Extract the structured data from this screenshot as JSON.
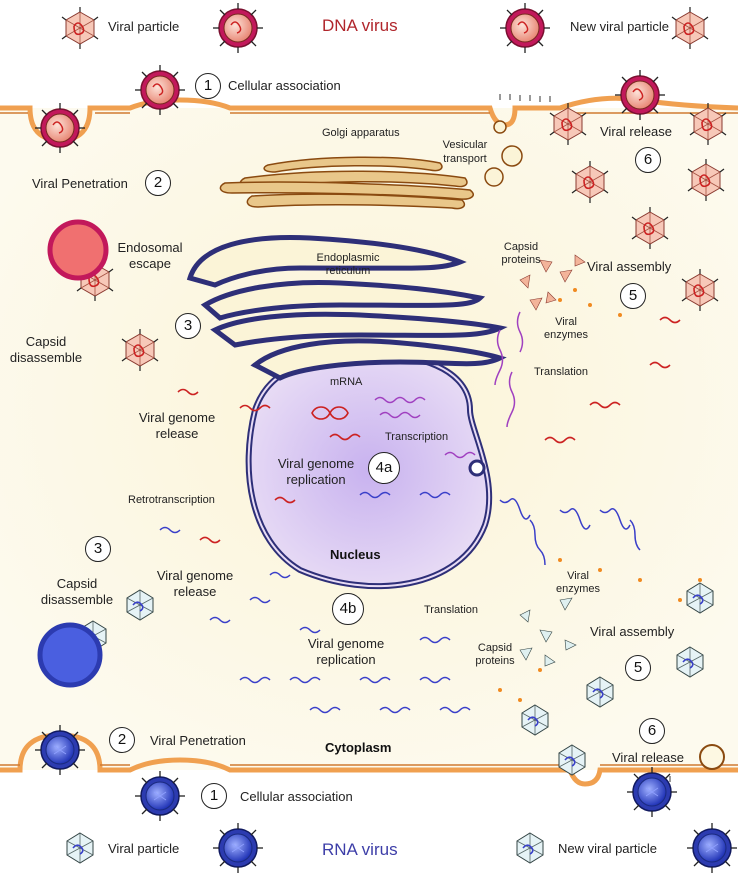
{
  "titles": {
    "dna": "DNA virus",
    "rna": "RNA virus"
  },
  "labels": {
    "viral_particle_top": "Viral particle",
    "new_viral_particle_top": "New viral particle",
    "cellular_association_top": "Cellular association",
    "golgi": "Golgi apparatus",
    "vesicular_transport": [
      "Vesicular",
      "transport"
    ],
    "viral_release_top": "Viral release",
    "viral_penetration_top": "Viral Penetration",
    "endosomal_escape": [
      "Endosomal",
      "escape"
    ],
    "er": [
      "Endoplasmic",
      "reticulum"
    ],
    "capsid_proteins_top": [
      "Capsid",
      "proteins"
    ],
    "viral_assembly_top": "Viral assembly",
    "viral_enzymes_top": [
      "Viral",
      "enzymes"
    ],
    "capsid_disassemble_top": [
      "Capsid",
      "disassemble"
    ],
    "mrna": "mRNA",
    "translation_top": "Translation",
    "viral_genome_release_top": [
      "Viral genome",
      "release"
    ],
    "transcription": "Transcription",
    "viral_genome_replication_top": [
      "Viral genome",
      "replication"
    ],
    "retrotranscription": "Retrotranscription",
    "nucleus": "Nucleus",
    "viral_enzymes_bottom": [
      "Viral",
      "enzymes"
    ],
    "capsid_disassemble_bottom": [
      "Capsid",
      "disassemble"
    ],
    "viral_genome_release_bottom": [
      "Viral genome",
      "release"
    ],
    "viral_assembly_bottom": "Viral assembly",
    "translation_bottom": "Translation",
    "viral_genome_replication_bottom": [
      "Viral genome",
      "replication"
    ],
    "capsid_proteins_bottom": [
      "Capsid",
      "proteins"
    ],
    "viral_penetration_bottom": "Viral Penetration",
    "cytoplasm": "Cytoplasm",
    "viral_release_bottom": "Viral release",
    "cellular_association_bottom": "Cellular association",
    "viral_particle_bottom": "Viral particle",
    "new_viral_particle_bottom": "New viral particle"
  },
  "steps": {
    "s1_top": "1",
    "s2_top": "2",
    "s3_top": "3",
    "s4a": "4a",
    "s5_top": "5",
    "s6_top": "6",
    "s3_bottom": "3",
    "s4b": "4b",
    "s5_bottom": "5",
    "s2_bottom": "2",
    "s6_bottom": "6",
    "s1_bottom": "1"
  },
  "colors": {
    "dna_virus": "#e0605a",
    "rna_virus": "#3a4fc9",
    "membrane": "#f0a050",
    "er": "#3a3f8a",
    "golgi": "#e9c78a",
    "nucleus": "#d8c0ee",
    "cytoplasm": "#fdf8e2"
  }
}
